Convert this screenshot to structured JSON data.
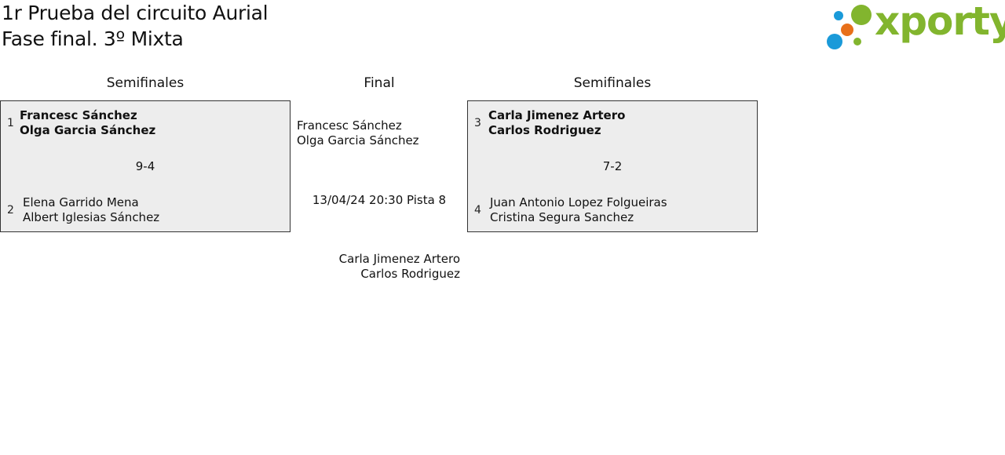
{
  "header": {
    "title_line1": "1r Prueba del circuito Aurial",
    "title_line2": "Fase final. 3º Mixta",
    "logo_text": "xporty",
    "logo_colors": {
      "green": "#82b52e",
      "blue": "#1a9ad9",
      "orange": "#e8701a"
    }
  },
  "columns": {
    "left": "Semifinales",
    "center": "Final",
    "right": "Semifinales"
  },
  "semifinal_left": {
    "top": {
      "seed": "1",
      "player1": "Francesc Sánchez",
      "player2": "Olga Garcia Sánchez"
    },
    "score": "9-4",
    "bottom": {
      "seed": "2",
      "player1": "Elena Garrido Mena",
      "player2": "Albert Iglesias Sánchez"
    }
  },
  "final": {
    "top": {
      "player1": "Francesc Sánchez",
      "player2": "Olga Garcia Sánchez"
    },
    "schedule": "13/04/24 20:30 Pista 8",
    "bottom": {
      "player1": "Carla Jimenez Artero",
      "player2": "Carlos Rodriguez"
    }
  },
  "semifinal_right": {
    "top": {
      "seed": "3",
      "player1": "Carla Jimenez Artero",
      "player2": "Carlos Rodriguez"
    },
    "score": "7-2",
    "bottom": {
      "seed": "4",
      "player1": "Juan Antonio Lopez Folgueiras",
      "player2": "Cristina Segura Sanchez"
    }
  }
}
